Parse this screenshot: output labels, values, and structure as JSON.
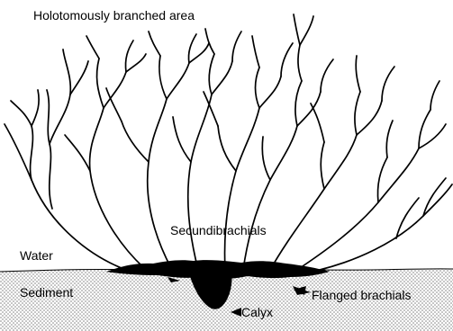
{
  "diagram": {
    "labels": {
      "branched_area": "Holotomously branched area",
      "secundibrachials": "Secundibrachials",
      "water": "Water",
      "sediment": "Sediment",
      "flanged_brachials": "Flanged brachials",
      "calyx": "Calyx"
    },
    "colors": {
      "ink": "#000000",
      "sediment_dots": "#7a7a7a",
      "background": "#ffffff"
    }
  }
}
